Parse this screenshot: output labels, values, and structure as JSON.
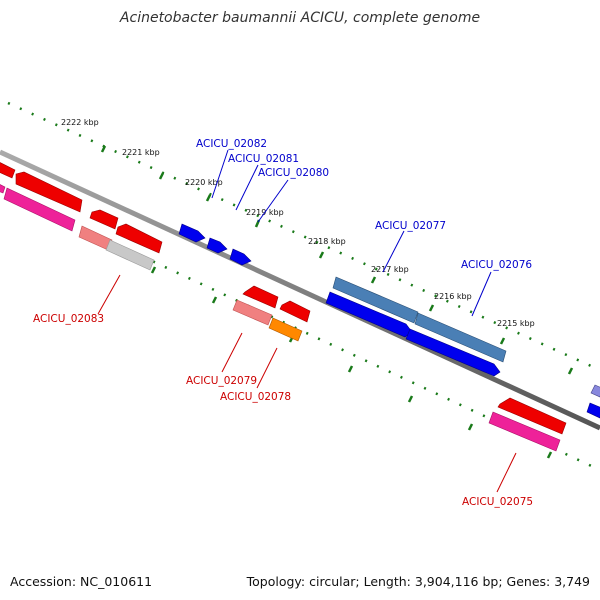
{
  "header": {
    "title": "Acinetobacter baumannii ACICU, complete genome"
  },
  "footer": {
    "accession": "Accession: NC_010611",
    "summary": "Topology: circular; Length: 3,904,116 bp; Genes: 3,749"
  },
  "axis": {
    "ticks": [
      "2222 kbp",
      "2221 kbp",
      "2220 kbp",
      "2219 kbp",
      "2218 kbp",
      "2217 kbp",
      "2216 kbp",
      "2215 kbp"
    ]
  },
  "genes": [
    {
      "id": "ACICU_02082",
      "strand": "plus",
      "color": "#0000ee"
    },
    {
      "id": "ACICU_02081",
      "strand": "plus",
      "color": "#0000ee"
    },
    {
      "id": "ACICU_02080",
      "strand": "plus",
      "color": "#0000ee"
    },
    {
      "id": "ACICU_02077",
      "strand": "plus",
      "color": "#4a7fb5"
    },
    {
      "id": "ACICU_02076",
      "strand": "plus",
      "color": "#4a7fb5"
    },
    {
      "id": "ACICU_02083",
      "strand": "minus",
      "color": "#ee0000"
    },
    {
      "id": "ACICU_02079",
      "strand": "minus",
      "color": "#ee0000"
    },
    {
      "id": "ACICU_02078",
      "strand": "minus",
      "color": "#ff8800"
    },
    {
      "id": "ACICU_02075",
      "strand": "minus",
      "color": "#ee0000"
    }
  ],
  "colors": {
    "backbone": "#777777",
    "tick": "#1a7a1a",
    "plus_gene": "#0000ee",
    "plus_alt": "#4a7fb5",
    "minus_gene": "#ee0000",
    "minus_light": "#f08080",
    "minus_pink": "#ee2299",
    "minus_gray": "#bbbbbb",
    "minus_orange": "#ff8800"
  }
}
